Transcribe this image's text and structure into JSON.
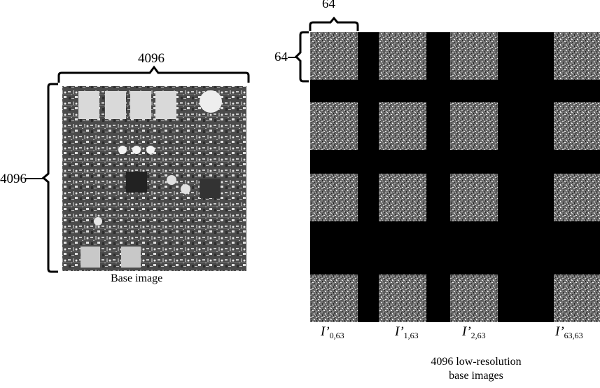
{
  "base_image": {
    "width_label": "4096",
    "height_label": "4096",
    "caption": "Base image"
  },
  "grid": {
    "tile_width_label": "64",
    "tile_height_label": "64",
    "columns": [
      {
        "label_main": "I’",
        "label_sub": "0,63"
      },
      {
        "label_main": "I’",
        "label_sub": "1,63"
      },
      {
        "label_main": "I’",
        "label_sub": "2,63"
      },
      {
        "label_main": "I’",
        "label_sub": "63,63"
      }
    ],
    "caption_line1": "4096 low-resolution",
    "caption_line2": "base images"
  },
  "colors": {
    "background": "#ffffff",
    "grid_background": "#000000",
    "bracket": "#000000"
  }
}
